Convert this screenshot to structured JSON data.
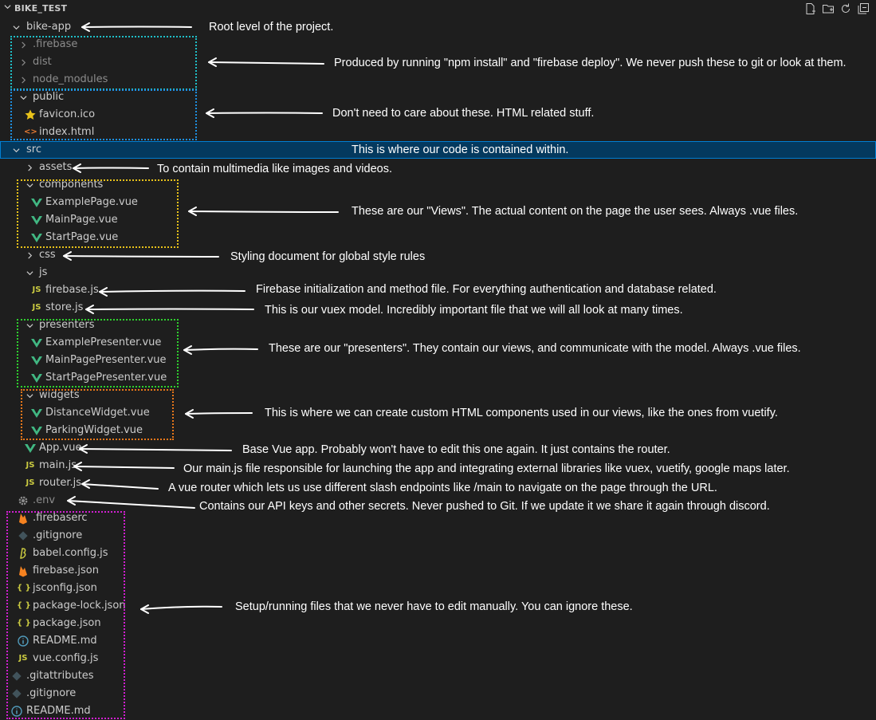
{
  "explorer": {
    "title": "BIKE_TEST",
    "actions": [
      "new-file-icon",
      "new-folder-icon",
      "refresh-icon",
      "collapse-all-icon"
    ]
  },
  "tree": {
    "bike_app": "bike-app",
    "firebase_dir": ".firebase",
    "dist": "dist",
    "node_modules": "node_modules",
    "public": "public",
    "favicon": "favicon.ico",
    "index_html": "index.html",
    "src": "src",
    "assets": "assets",
    "components": "components",
    "example_page": "ExamplePage.vue",
    "main_page": "MainPage.vue",
    "start_page": "StartPage.vue",
    "css": "css",
    "js": "js",
    "firebase_js": "firebase.js",
    "store_js": "store.js",
    "presenters": "presenters",
    "example_presenter": "ExamplePresenter.vue",
    "main_page_presenter": "MainPagePresenter.vue",
    "start_page_presenter": "StartPagePresenter.vue",
    "widgets": "widgets",
    "distance_widget": "DistanceWidget.vue",
    "parking_widget": "ParkingWidget.vue",
    "app_vue": "App.vue",
    "main_js": "main.js",
    "router_js": "router.js",
    "env": ".env",
    "firebaserc": ".firebaserc",
    "gitignore_inner": ".gitignore",
    "babel_config": "babel.config.js",
    "firebase_json": "firebase.json",
    "jsconfig": "jsconfig.json",
    "package_lock": "package-lock.json",
    "package_json": "package.json",
    "readme_inner": "README.md",
    "vue_config": "vue.config.js",
    "gitattributes": ".gitattributes",
    "gitignore_root": ".gitignore",
    "readme_root": "README.md"
  },
  "icons": {
    "js": "JS",
    "json": "{ }",
    "info": "i",
    "html": "<>"
  },
  "annotations": {
    "root": "Root level of the project.",
    "generated": "Produced by running \"npm install\" and \"firebase deploy\".  We never push these to git or look at them.",
    "public": "Don't need to care about these. HTML related stuff.",
    "src": "This is where our code is contained within.",
    "assets": "To contain multimedia like images and videos.",
    "components": "These are our \"Views\". The actual content on the page the user sees. Always .vue files.",
    "css": "Styling document for global style rules",
    "firebase_js": "Firebase initialization and method file. For everything authentication and database related.",
    "store_js": "This is our vuex model. Incredibly important file that we will all look at many times.",
    "presenters": "These are our \"presenters\". They contain our views, and communicate with the model. Always .vue files.",
    "widgets": "This is where we can create custom HTML components used in our views, like the ones from vuetify.",
    "app_vue": "Base Vue app. Probably won't have to edit this one again. It just contains the router.",
    "main_js": "Our main.js file responsible for launching the app and integrating external libraries like vuex, vuetify, google maps later.",
    "router_js": "A vue router which lets us use different slash endpoints like /main to navigate on the page through the URL.",
    "env": "Contains our API keys and other secrets. Never pushed to Git. If we update it we share it again through discord.",
    "setup": "Setup/running files that we never have to edit manually. You can ignore these."
  },
  "colors": {
    "background": "#1e1e1e",
    "selection": "#04395e",
    "vue": "#41b883",
    "js": "#cbcb41",
    "json": "#cbcb41",
    "html": "#e37933",
    "firebase": "#f58220",
    "info": "#519aba",
    "cyan_box": "#1fbfc8",
    "blue_box": "#1e8fe0",
    "yellow_box": "#e8c21a",
    "green_box": "#2ed12e",
    "orange_box": "#e8771a",
    "magenta_box": "#d11fd1"
  }
}
